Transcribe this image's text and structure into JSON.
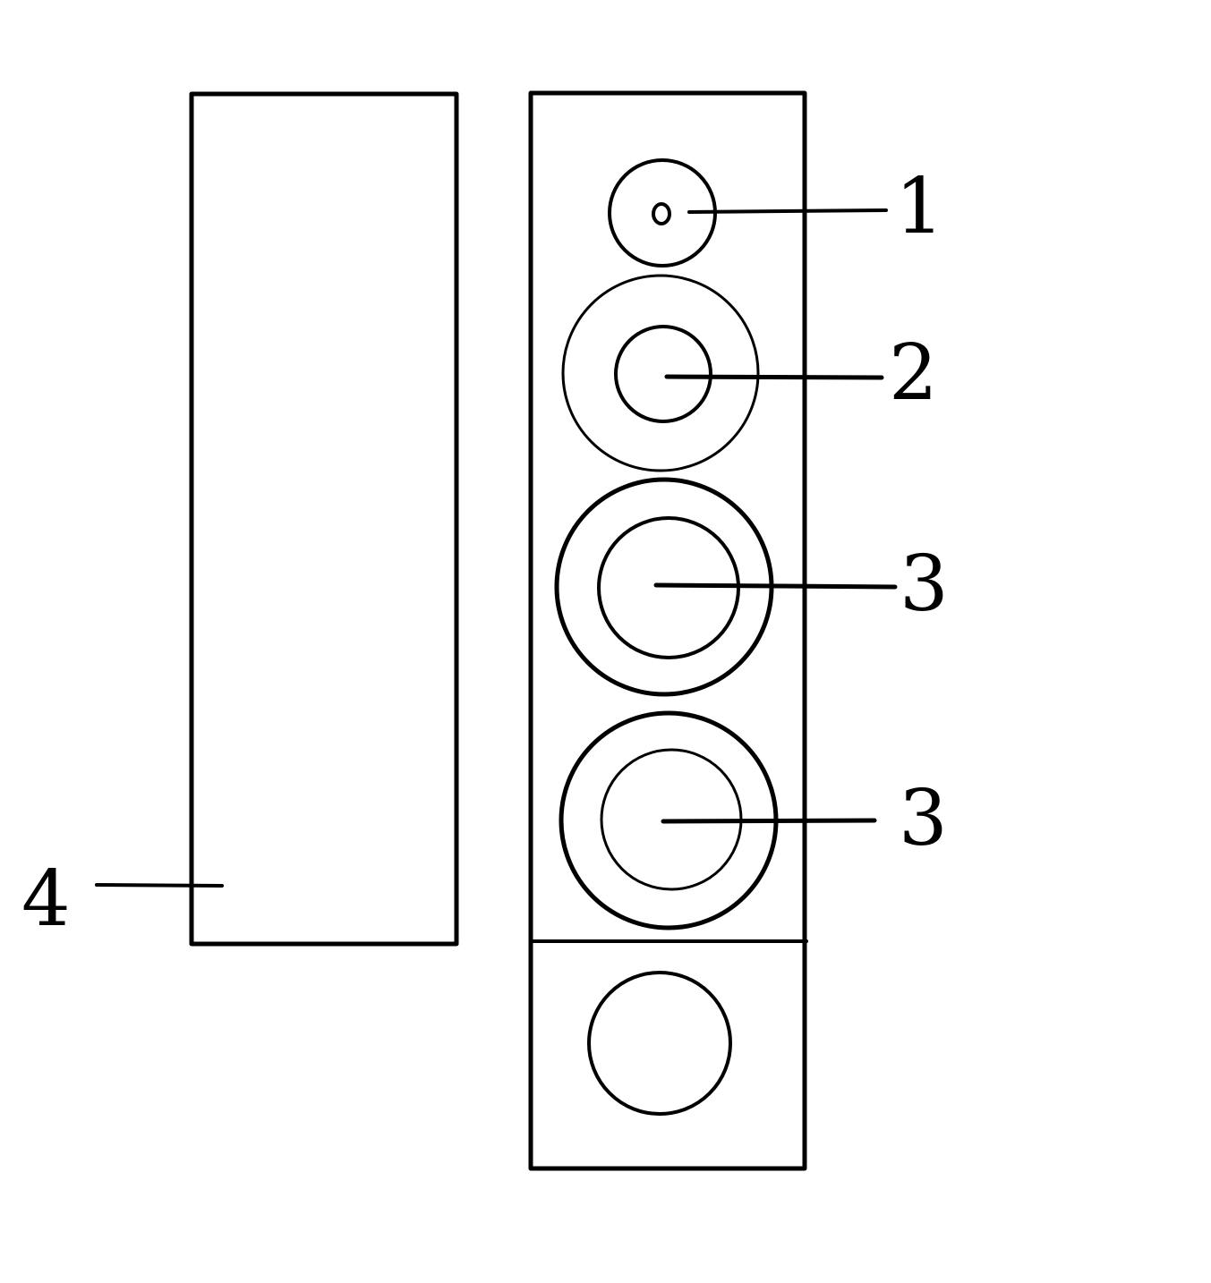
{
  "labels": {
    "one": "1",
    "two": "2",
    "three_upper": "3",
    "three_lower": "3",
    "four": "4"
  },
  "colors": {
    "ink": "#000000",
    "background": "#ffffff"
  }
}
